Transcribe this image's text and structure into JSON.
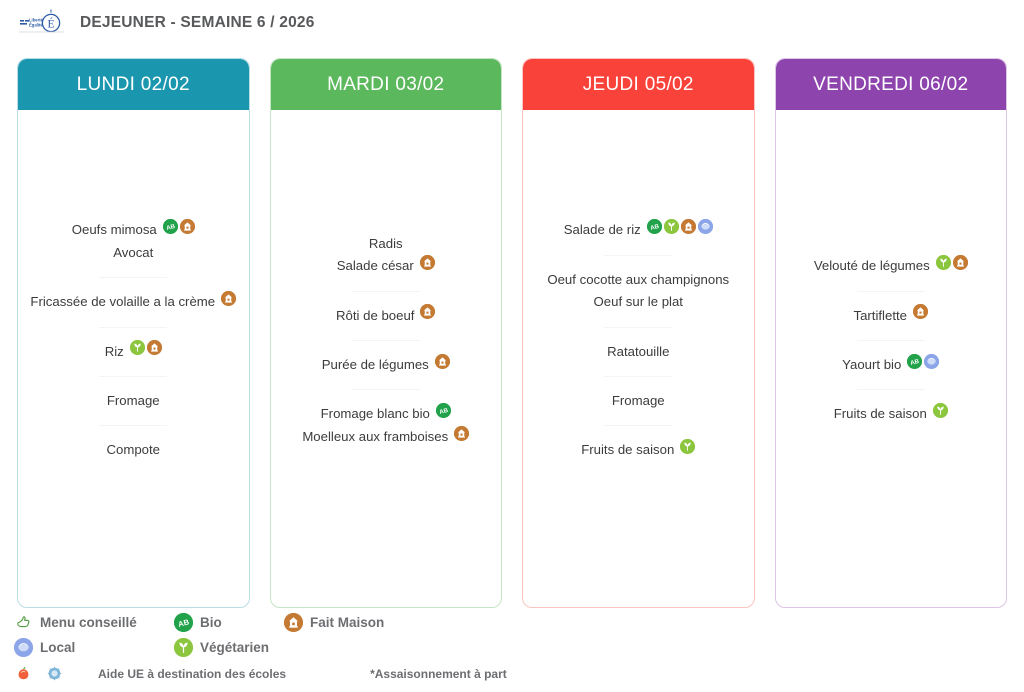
{
  "header": {
    "title": "DEJEUNER - SEMAINE 6 / 2026",
    "logo_name": "education-nationale-logo"
  },
  "days": [
    {
      "name": "LUNDI 02/02",
      "color": "#1a97ae",
      "border": "#b9dde5",
      "courses": [
        {
          "dishes": [
            {
              "name": "Oeufs mimosa",
              "badges": [
                "bio",
                "maison"
              ]
            },
            {
              "name": "Avocat",
              "badges": []
            }
          ]
        },
        {
          "dishes": [
            {
              "name": "Fricassée de volaille a la crème",
              "badges": [
                "maison"
              ]
            }
          ]
        },
        {
          "dishes": [
            {
              "name": "Riz",
              "badges": [
                "veg",
                "maison"
              ]
            }
          ]
        },
        {
          "dishes": [
            {
              "name": "Fromage",
              "badges": []
            }
          ]
        },
        {
          "dishes": [
            {
              "name": "Compote",
              "badges": []
            }
          ]
        }
      ]
    },
    {
      "name": "MARDI 03/02",
      "color": "#5cb85c",
      "border": "#c6e4c6",
      "courses": [
        {
          "dishes": [
            {
              "name": "Radis",
              "badges": []
            },
            {
              "name": "Salade césar",
              "badges": [
                "maison"
              ]
            }
          ]
        },
        {
          "dishes": [
            {
              "name": "Rôti de boeuf",
              "badges": [
                "maison"
              ]
            }
          ]
        },
        {
          "dishes": [
            {
              "name": "Purée de légumes",
              "badges": [
                "maison"
              ]
            }
          ]
        },
        {
          "dishes": [
            {
              "name": "Fromage blanc bio",
              "badges": [
                "bio"
              ]
            },
            {
              "name": "Moelleux aux framboises",
              "badges": [
                "maison"
              ]
            }
          ]
        }
      ]
    },
    {
      "name": "JEUDI 05/02",
      "color": "#f9423a",
      "border": "#fbc4c1",
      "courses": [
        {
          "dishes": [
            {
              "name": "Salade de riz",
              "badges": [
                "bio",
                "veg",
                "maison",
                "local"
              ]
            }
          ]
        },
        {
          "dishes": [
            {
              "name": "Oeuf cocotte aux champignons",
              "badges": []
            },
            {
              "name": "Oeuf sur le plat",
              "badges": []
            }
          ]
        },
        {
          "dishes": [
            {
              "name": "Ratatouille",
              "badges": []
            }
          ]
        },
        {
          "dishes": [
            {
              "name": "Fromage",
              "badges": []
            }
          ]
        },
        {
          "dishes": [
            {
              "name": "Fruits de saison",
              "badges": [
                "veg"
              ]
            }
          ]
        }
      ]
    },
    {
      "name": "VENDREDI 06/02",
      "color": "#8e44ad",
      "border": "#dcc5e5",
      "courses": [
        {
          "dishes": [
            {
              "name": "Velouté de légumes",
              "badges": [
                "veg",
                "maison"
              ]
            }
          ]
        },
        {
          "dishes": [
            {
              "name": "Tartiflette",
              "badges": [
                "maison"
              ]
            }
          ]
        },
        {
          "dishes": [
            {
              "name": "Yaourt bio",
              "badges": [
                "bio",
                "local"
              ]
            }
          ]
        },
        {
          "dishes": [
            {
              "name": "Fruits de saison",
              "badges": [
                "veg"
              ]
            }
          ]
        }
      ]
    }
  ],
  "legend": {
    "menu_conseille": "Menu conseillé",
    "bio": "Bio",
    "fait_maison": "Fait Maison",
    "local": "Local",
    "vegetarien": "Végétarien",
    "aide_ue": "Aide UE à destination des écoles",
    "assaisonnement": "*Assaisonnement à part",
    "icons": {
      "menu_conseille": "thumbs-up-icon",
      "bio": "ab-bio-icon",
      "fait_maison": "house-icon",
      "local": "local-hand-icon",
      "vegetarien": "leaf-icon",
      "fruit": "fruit-icon",
      "milk": "milk-icon"
    },
    "colors": {
      "bio": "#22a34b",
      "vegetarien": "#8cc63f",
      "fait_maison": "#c57a33",
      "local": "#8ca5e8",
      "text": "#6d6e71"
    }
  }
}
